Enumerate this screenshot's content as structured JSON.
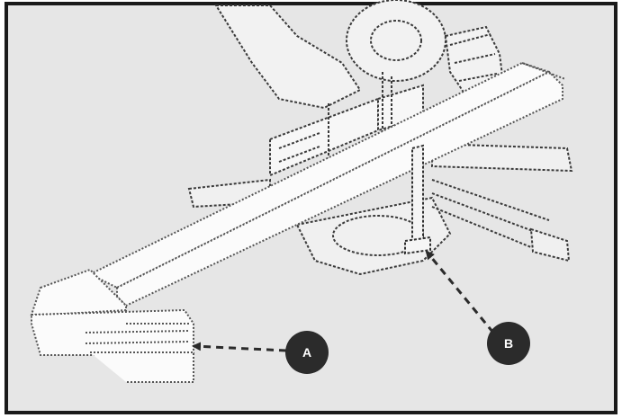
{
  "figure": {
    "callouts": [
      {
        "id": "A",
        "label": "A",
        "target": "end-support-stop"
      },
      {
        "id": "B",
        "label": "B",
        "target": "upright-stop-post"
      }
    ],
    "colors": {
      "background": "#e6e6e6",
      "border": "#1a1a1a",
      "callout_fill": "#2b2b2b",
      "callout_text": "#ffffff",
      "line_art": "#3a3a3a"
    }
  }
}
